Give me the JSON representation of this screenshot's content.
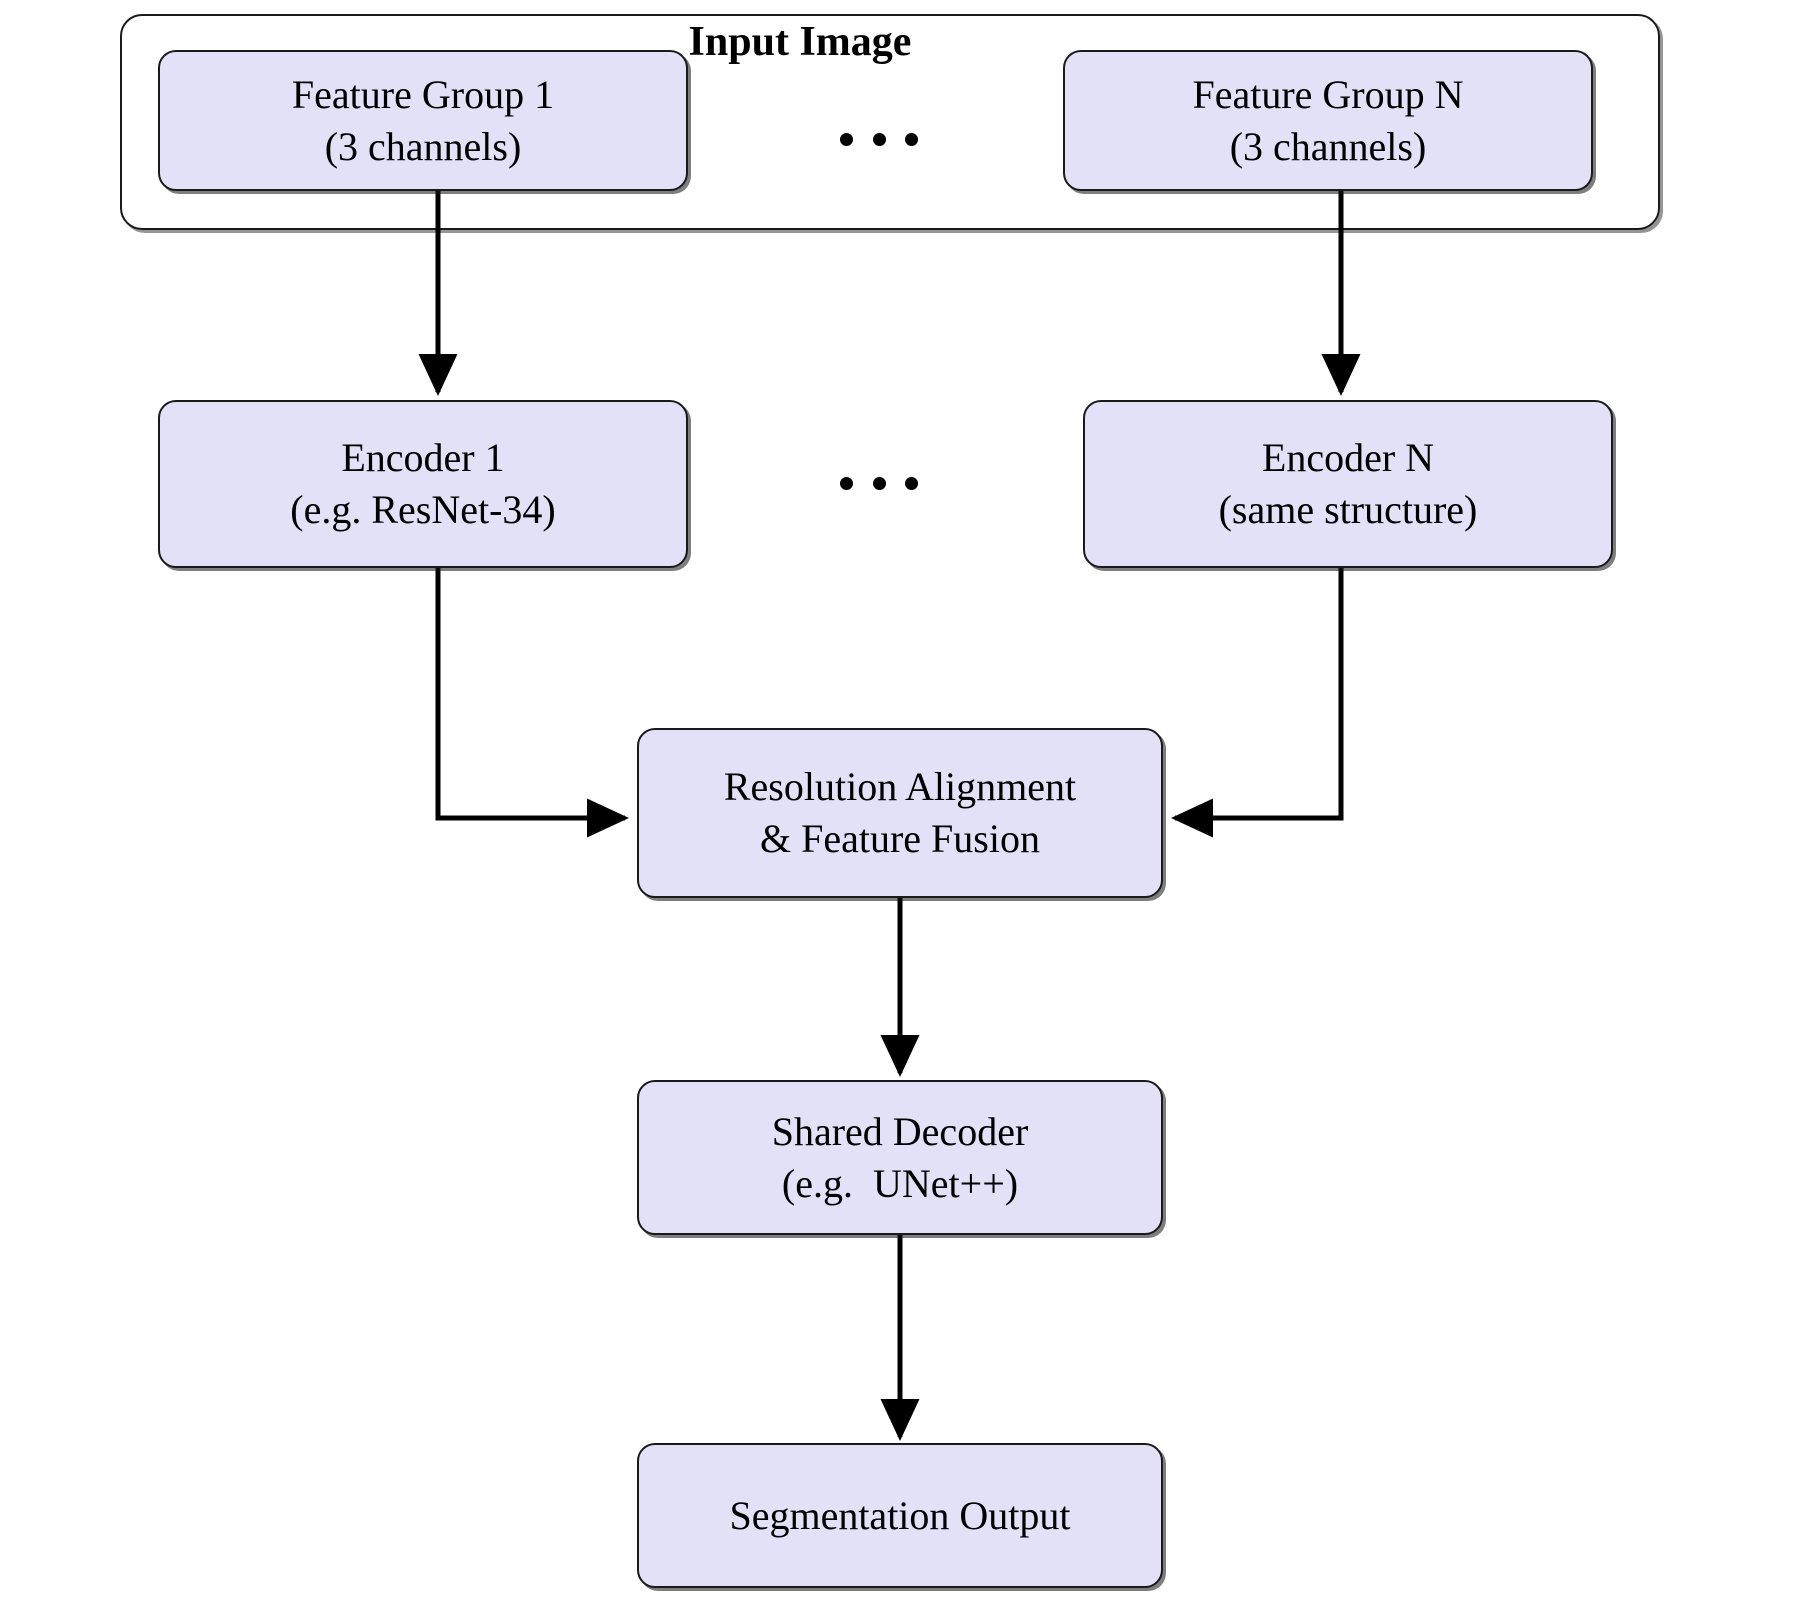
{
  "diagram": {
    "title": "Input Image",
    "group_box": {
      "label": "Input Image"
    },
    "ellipsis_glyph": "…",
    "colors": {
      "node_fill": "#e2e1f8",
      "node_border": "#1a1a1a",
      "edge": "#000000",
      "background": "#ffffff"
    },
    "nodes": [
      {
        "id": "feature-group-1",
        "lines": [
          "Feature Group 1",
          "(3 channels)"
        ]
      },
      {
        "id": "feature-group-n",
        "lines": [
          "Feature Group N",
          "(3 channels)"
        ]
      },
      {
        "id": "encoder-1",
        "lines": [
          "Encoder 1",
          "(e.g. ResNet-34)"
        ]
      },
      {
        "id": "encoder-n",
        "lines": [
          "Encoder N",
          "(same structure)"
        ]
      },
      {
        "id": "fusion",
        "lines": [
          "Resolution Alignment",
          "& Feature Fusion"
        ]
      },
      {
        "id": "decoder",
        "lines": [
          "Shared Decoder",
          "(e.g.  UNet++)"
        ]
      },
      {
        "id": "segmentation-output",
        "lines": [
          "Segmentation Output"
        ]
      }
    ],
    "edges": [
      {
        "from": "feature-group-1",
        "to": "encoder-1",
        "style": "straight-down"
      },
      {
        "from": "feature-group-n",
        "to": "encoder-n",
        "style": "straight-down"
      },
      {
        "from": "encoder-1",
        "to": "fusion",
        "style": "elbow-down-right"
      },
      {
        "from": "encoder-n",
        "to": "fusion",
        "style": "elbow-down-left"
      },
      {
        "from": "fusion",
        "to": "decoder",
        "style": "straight-down"
      },
      {
        "from": "decoder",
        "to": "segmentation-output",
        "style": "straight-down"
      }
    ]
  }
}
